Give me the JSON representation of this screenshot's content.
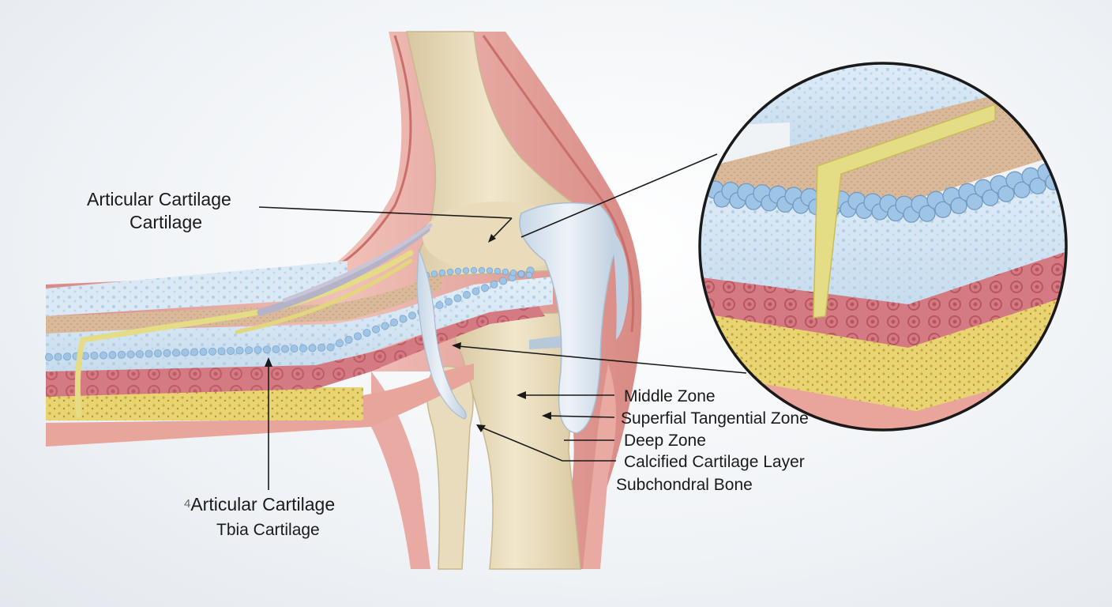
{
  "labels": {
    "femur_title": "Articular Cartilage",
    "femur_sub": "Cartilage",
    "tibia_title": "Articular Cartilage",
    "tibia_sub": "Tbia Cartilage",
    "tibia_glyph": "4",
    "middle_zone": "Middle Zone",
    "superficial_zone": "Superfial Tangential Zone",
    "deep_zone": "Deep Zone",
    "calcified_layer": "Calcified Cartilage Layer",
    "subchondral_bone": "Subchondral Bone"
  },
  "colors": {
    "bone": "#ebdfc2",
    "bone_shadow": "#d9c9a2",
    "muscle": "#e5a29a",
    "muscle_dark": "#c96f6b",
    "cartilage_blue": "#d4e6f3",
    "chondrocyte": "#9ec4e6",
    "tangential_tan": "#d9b99a",
    "calcified_red": "#d47a82",
    "subchondral_yellow": "#e8d472",
    "ligament_yellow": "#e5dc86",
    "meniscus": "#dde8f1",
    "leader_line": "#1a1a1a"
  }
}
